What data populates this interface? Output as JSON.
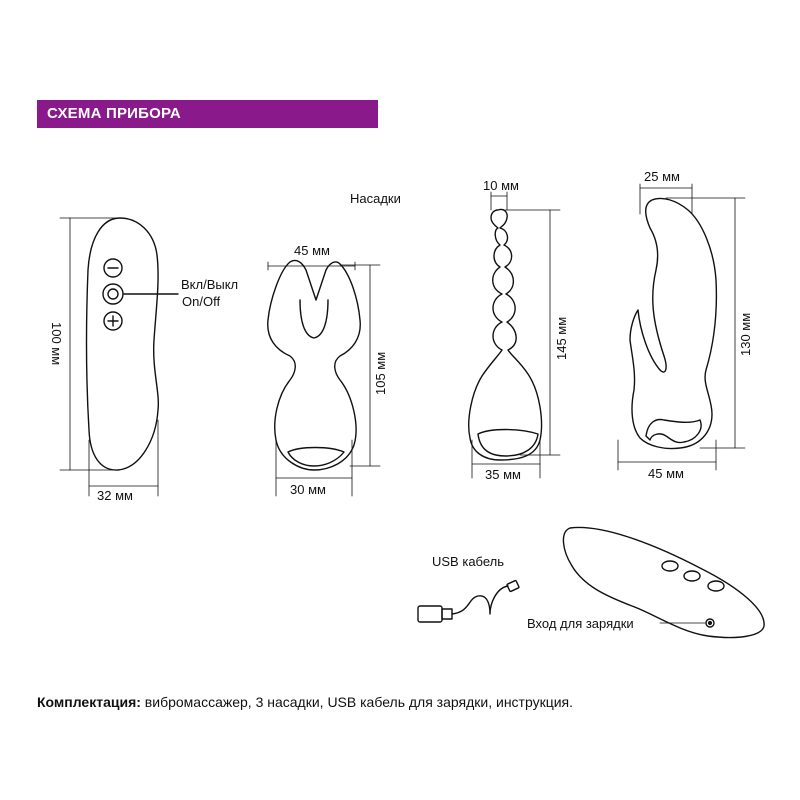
{
  "header": {
    "title": "СХЕМА ПРИБОРА"
  },
  "labels": {
    "attachments": "Насадки",
    "power_ru": "Вкл/Выкл",
    "power_en": "On/Off",
    "usb_cable": "USB кабель",
    "charging_port": "Вход для зарядки"
  },
  "dimensions": {
    "remote_height": "100 мм",
    "remote_width": "32 мм",
    "clip_top_width": "45 мм",
    "clip_height": "105 мм",
    "clip_bottom_width": "30 мм",
    "beads_top_width": "10 мм",
    "beads_height": "145 мм",
    "beads_bottom_width": "35 мм",
    "rabbit_top_width": "25 мм",
    "rabbit_height": "130 мм",
    "rabbit_bottom_width": "45 мм"
  },
  "footer": {
    "label": "Комплектация:",
    "text": " вибромассажер, 3 насадки, USB кабель для зарядки, инструкция."
  },
  "colors": {
    "accent": "#8a1a8c",
    "line": "#111111"
  }
}
